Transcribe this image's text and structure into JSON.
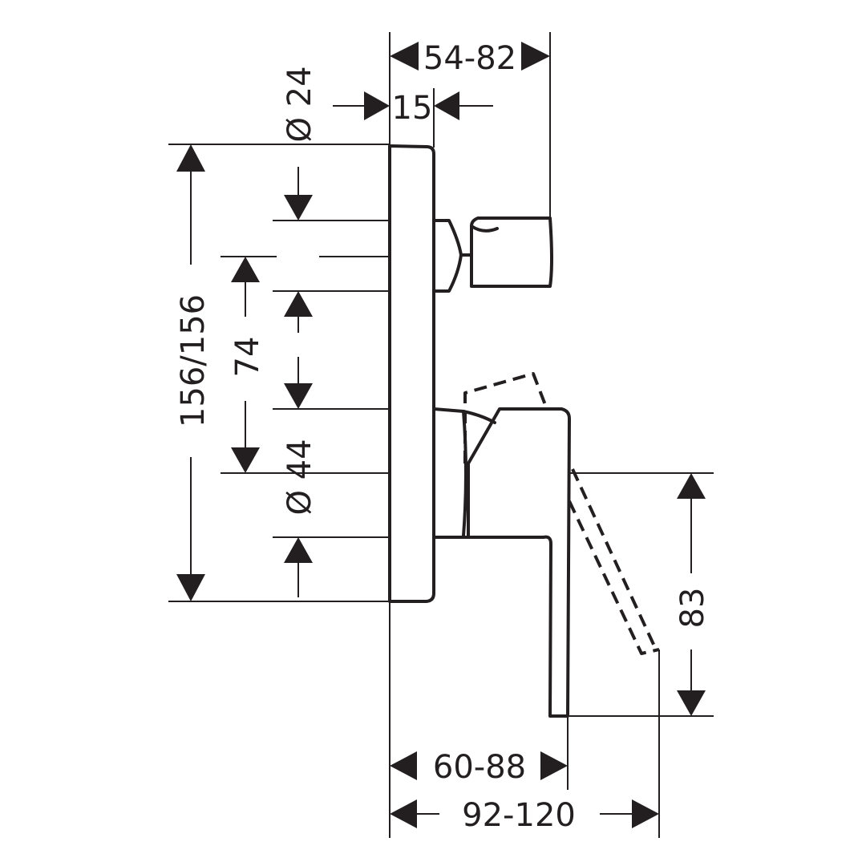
{
  "dimensions": {
    "d_54_82": "54-82",
    "d_15": "15",
    "d_dia24": "Ø 24",
    "d_156": "156/156",
    "d_74": "74",
    "d_dia44": "Ø 44",
    "d_83": "83",
    "d_60_88": "60-88",
    "d_92_120": "92-120"
  },
  "colors": {
    "line": "#231f20",
    "background": "#ffffff"
  }
}
